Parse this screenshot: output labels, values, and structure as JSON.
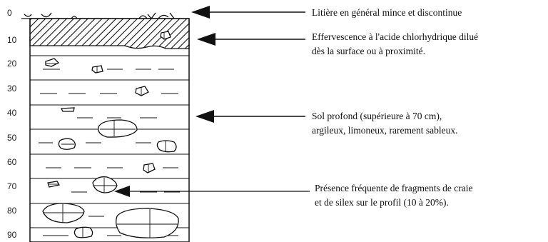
{
  "depth_ticks": [
    "0",
    "10",
    "20",
    "30",
    "40",
    "50",
    "60",
    "70",
    "80",
    "90"
  ],
  "annotations": [
    {
      "id": "litter",
      "lines": [
        "Litière en général mince et discontinue"
      ]
    },
    {
      "id": "effervescence",
      "lines": [
        "Effervescence à l'acide chlorhydrique dilué",
        "dès la surface ou à proximité."
      ]
    },
    {
      "id": "deep-soil",
      "lines": [
        "Sol profond (supérieure à 70 cm),",
        "argileux, limoneux, rarement sableux."
      ]
    },
    {
      "id": "fragments",
      "lines": [
        "Présence fréquente de fragments de craie",
        "et de silex sur le profil (10 à 20%)."
      ]
    }
  ],
  "colors": {
    "ink": "#111111",
    "background": "#ffffff"
  }
}
